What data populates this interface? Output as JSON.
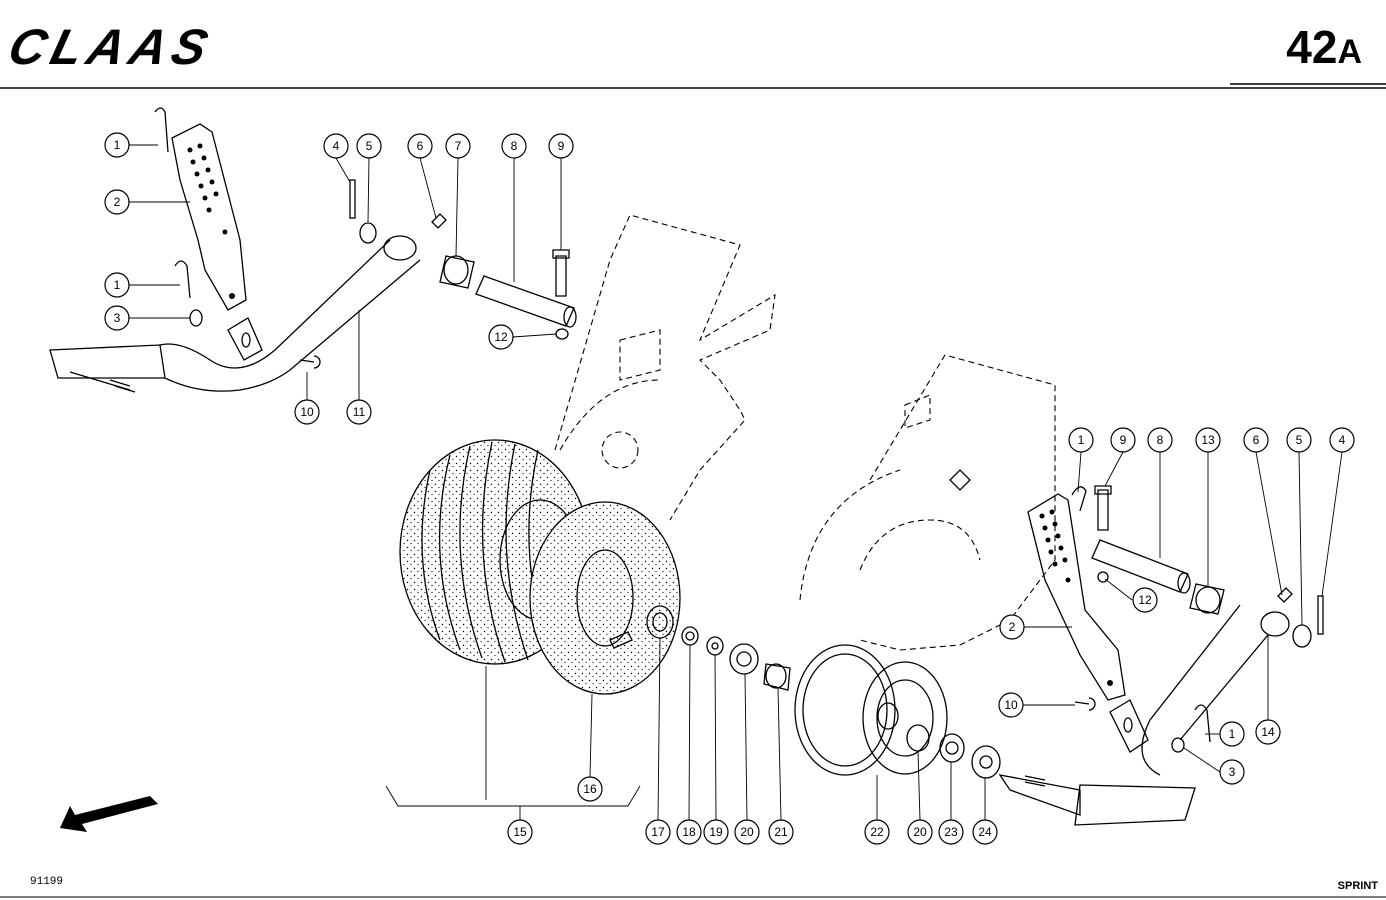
{
  "header": {
    "logo_text": "CLAAS",
    "page_number": "42",
    "page_suffix": "A"
  },
  "footer": {
    "drawing_number": "91199",
    "model": "SPRINT"
  },
  "callouts": [
    {
      "id": "c1a",
      "label": "1"
    },
    {
      "id": "c2a",
      "label": "2"
    },
    {
      "id": "c1b",
      "label": "1"
    },
    {
      "id": "c3a",
      "label": "3"
    },
    {
      "id": "c10a",
      "label": "10"
    },
    {
      "id": "c11",
      "label": "11"
    },
    {
      "id": "c4a",
      "label": "4"
    },
    {
      "id": "c5a",
      "label": "5"
    },
    {
      "id": "c6a",
      "label": "6"
    },
    {
      "id": "c7",
      "label": "7"
    },
    {
      "id": "c8a",
      "label": "8"
    },
    {
      "id": "c9a",
      "label": "9"
    },
    {
      "id": "c12a",
      "label": "12"
    },
    {
      "id": "c1c",
      "label": "1"
    },
    {
      "id": "c9b",
      "label": "9"
    },
    {
      "id": "c8b",
      "label": "8"
    },
    {
      "id": "c13",
      "label": "13"
    },
    {
      "id": "c6b",
      "label": "6"
    },
    {
      "id": "c5b",
      "label": "5"
    },
    {
      "id": "c4b",
      "label": "4"
    },
    {
      "id": "c12b",
      "label": "12"
    },
    {
      "id": "c2b",
      "label": "2"
    },
    {
      "id": "c10b",
      "label": "10"
    },
    {
      "id": "c1d",
      "label": "1"
    },
    {
      "id": "c14",
      "label": "14"
    },
    {
      "id": "c3b",
      "label": "3"
    },
    {
      "id": "c15",
      "label": "15"
    },
    {
      "id": "c16",
      "label": "16"
    },
    {
      "id": "c17",
      "label": "17"
    },
    {
      "id": "c18",
      "label": "18"
    },
    {
      "id": "c19",
      "label": "19"
    },
    {
      "id": "c20a",
      "label": "20"
    },
    {
      "id": "c21",
      "label": "21"
    },
    {
      "id": "c22",
      "label": "22"
    },
    {
      "id": "c20b",
      "label": "20"
    },
    {
      "id": "c23",
      "label": "23"
    },
    {
      "id": "c24",
      "label": "24"
    }
  ]
}
